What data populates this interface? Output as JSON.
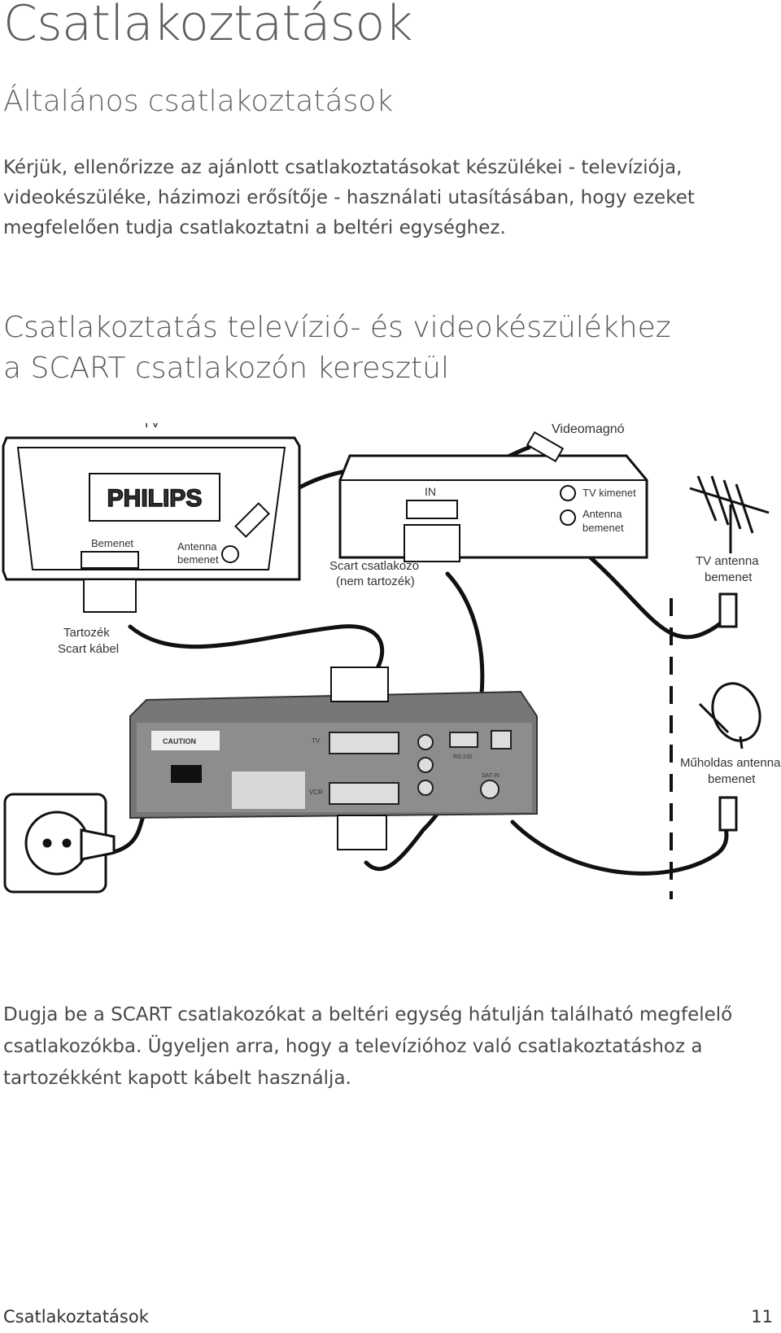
{
  "page": {
    "title": "Csatlakoztatások",
    "subtitle": "Általános csatlakoztatások",
    "intro": "Kérjük, ellenőrizze az ajánlott csatlakoztatásokat készülékei - televíziója, videokészüléke, házimozi erősítője - használati utasításában, hogy ezeket megfelelően tudja csatlakoztatni a beltéri egységhez.",
    "section_title_line1": "Csatlakoztatás televízió- és videokészülékhez",
    "section_title_line2": "a SCART csatlakozón keresztül",
    "instructions": "Dugja be a SCART csatlakozókat a beltéri egység hátulján található megfelelő csatlakozókba. Ügyeljen arra, hogy a televízióhoz való csatlakoztatáshoz a tartozékként kapott kábelt használja."
  },
  "diagram": {
    "tv_label": "TV",
    "tv_brand": "PHILIPS",
    "tv_input_label": "Bemenet",
    "tv_antenna_line1": "Antenna",
    "tv_antenna_line2": "bemenet",
    "vcr_label": "Videomagnó",
    "vcr_in_label": "IN",
    "vcr_tv_out": "TV kimenet",
    "vcr_antenna_line1": "Antenna",
    "vcr_antenna_line2": "bemenet",
    "scart_plug_line1": "Scart csatlakozó",
    "scart_plug_line2": "(nem tartozék)",
    "accessory_line1": "Tartozék",
    "accessory_line2": "Scart kábel",
    "tv_antenna_input_line1": "TV antenna",
    "tv_antenna_input_line2": "bemenet",
    "sat_antenna_line1": "Műholdas antenna",
    "sat_antenna_line2": "bemenet",
    "stb_tv_port": "TV",
    "stb_vcr_port": "VCR",
    "stb_caution": "CAUTION",
    "stb_rs232": "RS-232",
    "stb_sat_in": "SAT IN"
  },
  "footer": {
    "section": "Csatlakoztatások",
    "page_number": "11"
  }
}
